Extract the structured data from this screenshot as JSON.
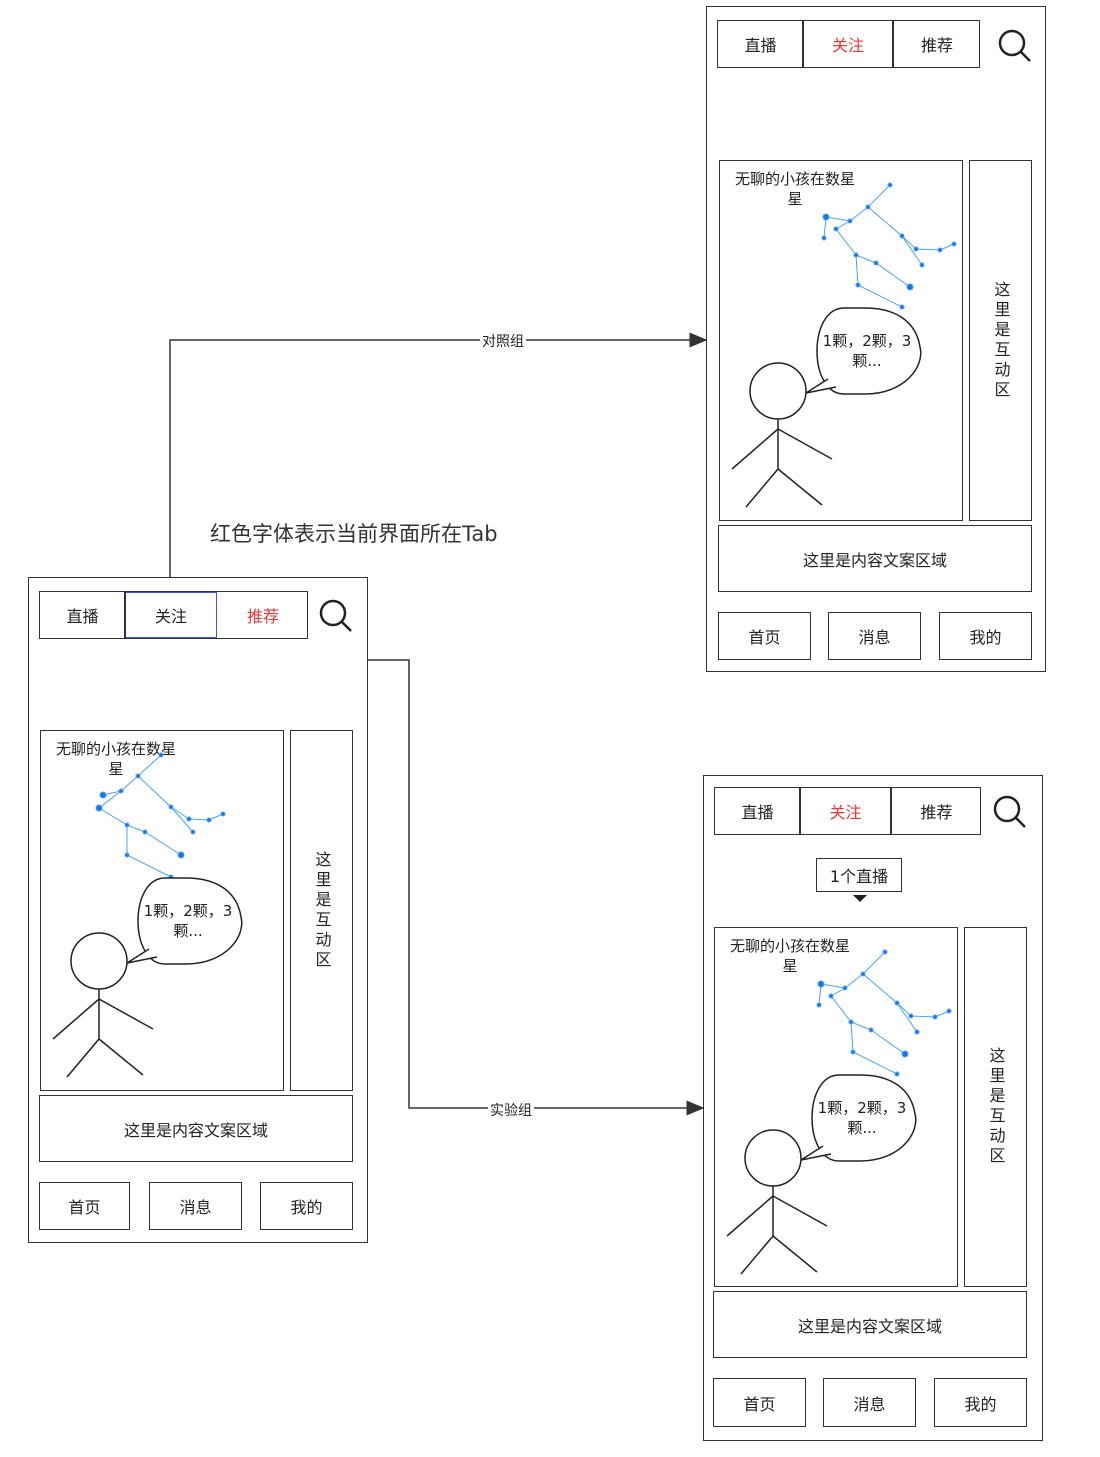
{
  "note": "红色字体表示当前界面所在Tab",
  "edges": {
    "control": "对照组",
    "experiment": "实验组"
  },
  "screen": {
    "tabs": [
      "直播",
      "关注",
      "推荐"
    ],
    "video_title": "无聊的小孩在数星星",
    "speech": "1颗，2颗，3颗...",
    "interaction": "这里是互动区",
    "caption": "这里是内容文案区域",
    "nav": [
      "首页",
      "消息",
      "我的"
    ],
    "live_badge": "1个直播"
  },
  "colors": {
    "active_tab": "#e53935",
    "selected_tab_border": "#3b5bdb",
    "constellation": "#1a73e8",
    "line": "#333333"
  }
}
